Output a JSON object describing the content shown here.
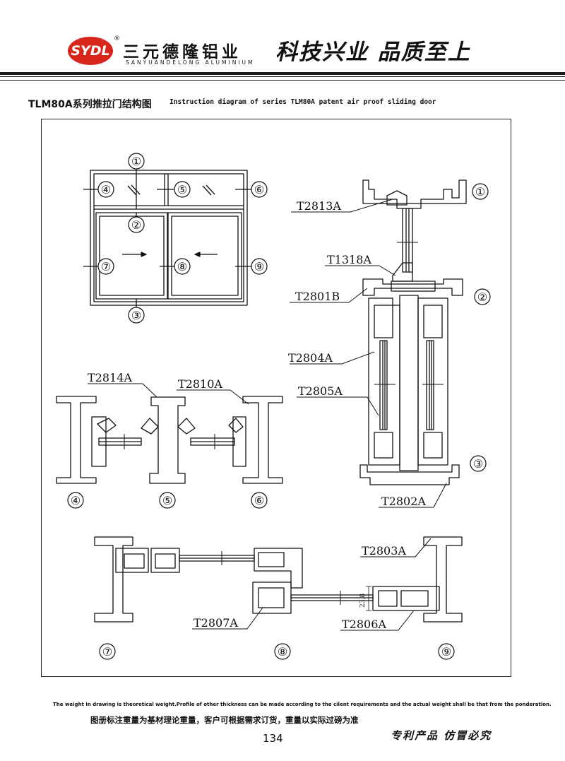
{
  "header": {
    "logo_text": "SYDL",
    "registered_mark": "®",
    "company_cn": "三元德隆铝业",
    "company_en": "SANYUANDELONG ALUMINIUM",
    "slogan": "科技兴业 品质至上"
  },
  "title": {
    "cn": "TLM80A系列推拉门结构图",
    "en": "Instruction diagram of series TLM80A patent air proof sliding door"
  },
  "callouts": {
    "c1": "①",
    "c2": "②",
    "c3": "③",
    "c4": "④",
    "c5": "⑤",
    "c6": "⑥",
    "c7": "⑦",
    "c8": "⑧",
    "c9": "⑨"
  },
  "parts": {
    "t2813a": "T2813A",
    "t1318a": "T1318A",
    "t2801b": "T2801B",
    "t2804a": "T2804A",
    "t2805a": "T2805A",
    "t2802a": "T2802A",
    "t2814a": "T2814A",
    "t2810a": "T2810A",
    "t2803a": "T2803A",
    "t2807a": "T2807A",
    "t2806a": "T2806A"
  },
  "dimension_label": "23.8",
  "footer": {
    "note_en": "The weight in drawing is theoretical weight.Profile of other thickness can be made according to the cilent requirements and the actual weight shall be that from the ponderation.",
    "note_cn": "图册标注重量为基材理论重量，客户可根据需求订货，重量以实际过磅为准",
    "page_number": "134",
    "patent_text": "专利产品 仿冒必究"
  }
}
